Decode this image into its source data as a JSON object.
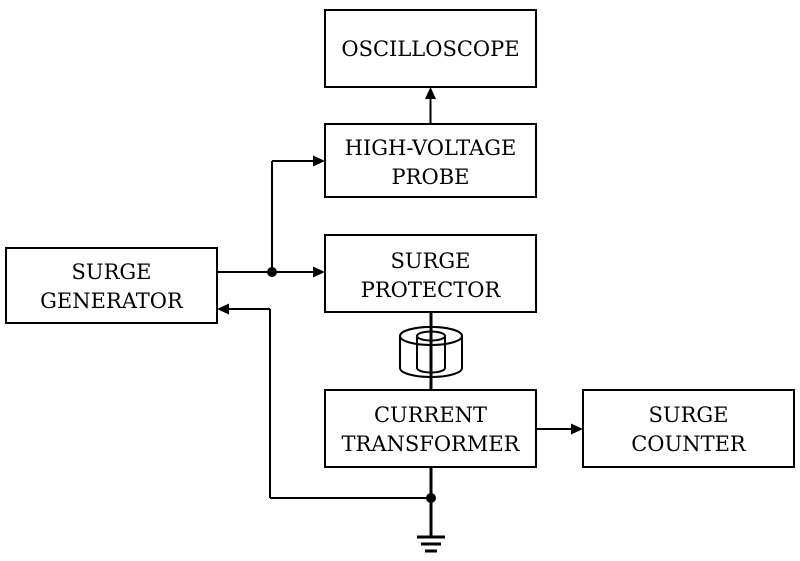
{
  "diagram": {
    "blocks": {
      "oscilloscope": {
        "lines": [
          "OSCILLOSCOPE"
        ]
      },
      "hv_probe": {
        "lines": [
          "HIGH-VOLTAGE",
          "PROBE"
        ]
      },
      "surge_generator": {
        "lines": [
          "SURGE",
          "GENERATOR"
        ]
      },
      "surge_protector": {
        "lines": [
          "SURGE",
          "PROTECTOR"
        ]
      },
      "current_transformer": {
        "lines": [
          "CURRENT",
          "TRANSFORMER"
        ]
      },
      "surge_counter": {
        "lines": [
          "SURGE",
          "COUNTER"
        ]
      }
    },
    "connections": [
      {
        "from": "surge_generator",
        "to": "hv_probe"
      },
      {
        "from": "surge_generator",
        "to": "surge_protector"
      },
      {
        "from": "hv_probe",
        "to": "oscilloscope"
      },
      {
        "from": "surge_protector",
        "to": "current_transformer",
        "via": "ct-core"
      },
      {
        "from": "current_transformer",
        "to": "surge_counter"
      },
      {
        "from": "current_transformer",
        "to": "ground"
      },
      {
        "from": "ground",
        "to": "surge_generator"
      }
    ]
  }
}
